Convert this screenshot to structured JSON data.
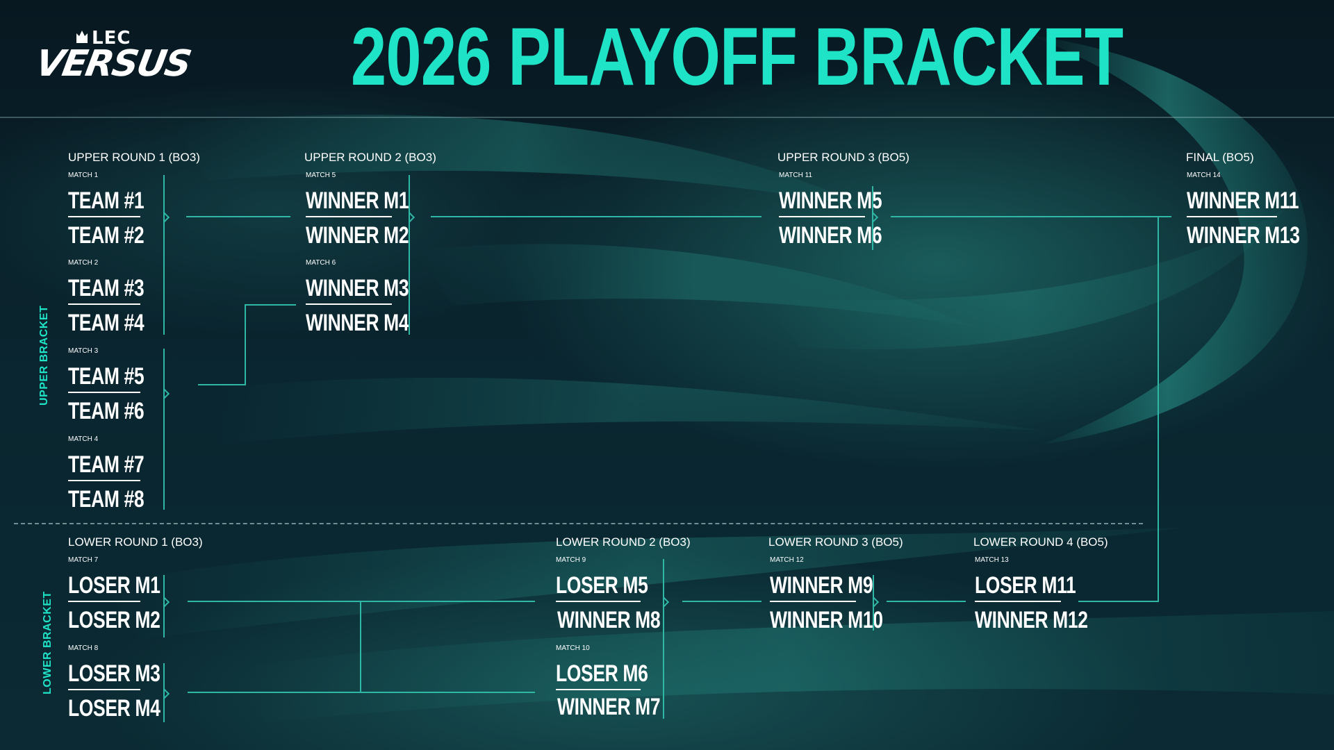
{
  "header": {
    "logo_top": "LEC",
    "logo_bottom": "VERSUS",
    "title": "2026 PLAYOFF BRACKET"
  },
  "upper": {
    "side_label": "UPPER BRACKET",
    "round1": {
      "label": "UPPER ROUND 1 (BO3)",
      "matches": [
        {
          "label": "MATCH 1",
          "a": "TEAM #1",
          "b": "TEAM #2"
        },
        {
          "label": "MATCH 2",
          "a": "TEAM #3",
          "b": "TEAM #4"
        },
        {
          "label": "MATCH 3",
          "a": "TEAM #5",
          "b": "TEAM #6"
        },
        {
          "label": "MATCH 4",
          "a": "TEAM #7",
          "b": "TEAM #8"
        }
      ]
    },
    "round2": {
      "label": "UPPER ROUND 2 (BO3)",
      "matches": [
        {
          "label": "MATCH 5",
          "a": "WINNER M1",
          "b": "WINNER M2"
        },
        {
          "label": "MATCH 6",
          "a": "WINNER M3",
          "b": "WINNER M4"
        }
      ]
    },
    "round3": {
      "label": "UPPER ROUND 3 (BO5)",
      "matches": [
        {
          "label": "MATCH 11",
          "a": "WINNER M5",
          "b": "WINNER M6"
        }
      ]
    },
    "final": {
      "label": "FINAL (BO5)",
      "matches": [
        {
          "label": "MATCH 14",
          "a": "WINNER M11",
          "b": "WINNER M13"
        }
      ]
    }
  },
  "lower": {
    "side_label": "LOWER BRACKET",
    "round1": {
      "label": "LOWER ROUND 1 (BO3)",
      "matches": [
        {
          "label": "MATCH 7",
          "a": "LOSER M1",
          "b": "LOSER M2"
        },
        {
          "label": "MATCH 8",
          "a": "LOSER M3",
          "b": "LOSER M4"
        }
      ]
    },
    "round2": {
      "label": "LOWER ROUND 2 (BO3)",
      "matches": [
        {
          "label": "MATCH 9",
          "a": "LOSER M5",
          "b": "WINNER M8"
        },
        {
          "label": "MATCH 10",
          "a": "LOSER M6",
          "b": "WINNER M7"
        }
      ]
    },
    "round3": {
      "label": "LOWER ROUND 3 (BO5)",
      "matches": [
        {
          "label": "MATCH 12",
          "a": "WINNER M9",
          "b": "WINNER M10"
        }
      ]
    },
    "round4": {
      "label": "LOWER ROUND 4 (BO5)",
      "matches": [
        {
          "label": "MATCH 13",
          "a": "LOSER M11",
          "b": "WINNER M12"
        }
      ]
    }
  },
  "colors": {
    "accent": "#1fe3c6",
    "connector": "#2fb8a6",
    "background": "#071a22",
    "text": "#ffffff"
  }
}
